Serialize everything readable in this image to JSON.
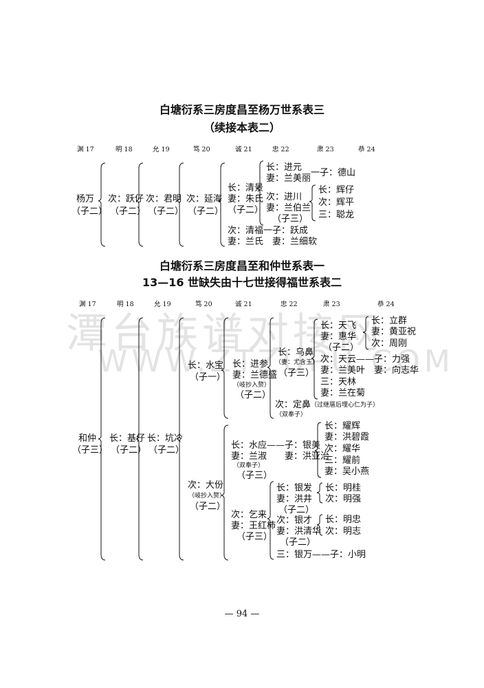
{
  "watermark": {
    "line1": "潭台族谱对接网",
    "line2": "WWW.ZTZUPU.COM"
  },
  "table1": {
    "title1": "白塘衍系三房度昌至杨万世系表三",
    "title2": "（续接本表二）",
    "headers": [
      "渊 17",
      "明 18",
      "允 19",
      "笃 20",
      "诚 21",
      "忠 22",
      "肃 23",
      "恭 24"
    ],
    "nodes": {
      "yangwan": "杨万",
      "yangwan_n": "（子二）",
      "yuezai": "次：跃仔",
      "yuezai_n": "（子二）",
      "junming": "次：君明",
      "junming_n": "（子二）",
      "yanhai": "次：延海",
      "yanhai_n": "（子二）",
      "qingjing": "长：清景",
      "qingjing_w": "妻：朱氏",
      "qingjing_n": "（子二）",
      "jinyuan": "长：进元",
      "jinyuan_w": "妻：兰美丽",
      "jinyuan_s": "一子：德山",
      "jinchuan": "次：进川",
      "jinchuan_w": "妻：兰伯兰",
      "jinchuan_n": "（子三）",
      "huizai": "长：辉仔",
      "huiping": "次：辉平",
      "conglong": "三：聪龙",
      "qingfu": "次：清福一子：跃成",
      "qingfu_w": "妻：兰氏　妻：兰细软"
    }
  },
  "table2": {
    "title1": "白塘衍系三房度昌至和仲世系表一",
    "title2": "13—16 世缺失由十七世接得福世系表二",
    "headers": [
      "渊 17",
      "明 18",
      "允 19",
      "笃 20",
      "诚 21",
      "忠 22",
      "肃 23",
      "恭 24"
    ],
    "nodes": {
      "hezhong": "和仲",
      "hezhong_n": "（子三）",
      "jizai": "长：基仔",
      "jizai_n": "（子二）",
      "kengling": "长：坑冷",
      "kengling_n": "（子二）",
      "shuibao": "长：水宝",
      "shuibao_n": "（子一）",
      "dafen": "次：大份",
      "dafen_note": "（岐抄入赘）",
      "dafen_n": "（子二）",
      "jinshen": "长：进参",
      "jinshen_w": "妻：兰德盛",
      "jinshen_note": "（岐抄入赘）",
      "jinshen_n": "（子二）",
      "wubi": "长：乌鼻",
      "wubi_w": "（妻：尤含玉）",
      "wubi_n": "（子三）",
      "tianfei": "长：天飞",
      "tianfei_w": "妻：惠华",
      "tianfei_n": "（子二）",
      "liqun": "长：立群",
      "liqun_w": "妻：黄亚祝",
      "zhougang": "次：周刚",
      "tianyun": "次：天云——子：力强",
      "tianyun_w": "妻：兰美叶　妻：向志华",
      "tianlin": "三：天林",
      "tianlin_w": "妻：兰在菊",
      "dingbi": "次：定鼻",
      "dingbi_note": "（过继厝后埋心仁为子）",
      "dingbi_note2": "（双奉子）",
      "shuiying": "长：水应——子：银美",
      "shuiying_w": "妻：兰淑　　妻：洪亚治",
      "shuiying_note": "（双奉子）",
      "shuiying_n": "（子三）",
      "yaohui": "长：耀辉",
      "yaohui_w": "妻：洪碧霞",
      "yaohua": "次：耀华",
      "yaoqian": "三：耀前",
      "yaoqian_w": "妻：吴小燕",
      "yilai": "次：乞来",
      "yilai_w": "妻：王红柿",
      "yilai_n": "（子三）",
      "yinfa": "长：银发",
      "yinfa_w": "妻：洪井",
      "yinfa_n": "（子二）",
      "minggui": "长：明桂",
      "mingqiang": "次：明强",
      "yincai": "次：银才",
      "yincai_w": "妻：洪清华",
      "yincai_n": "（子二）",
      "mingzhong": "长：明忠",
      "mingzhi": "次：明志",
      "yinwan": "三：银万——子：小明"
    }
  },
  "page_number": "— 94 —"
}
